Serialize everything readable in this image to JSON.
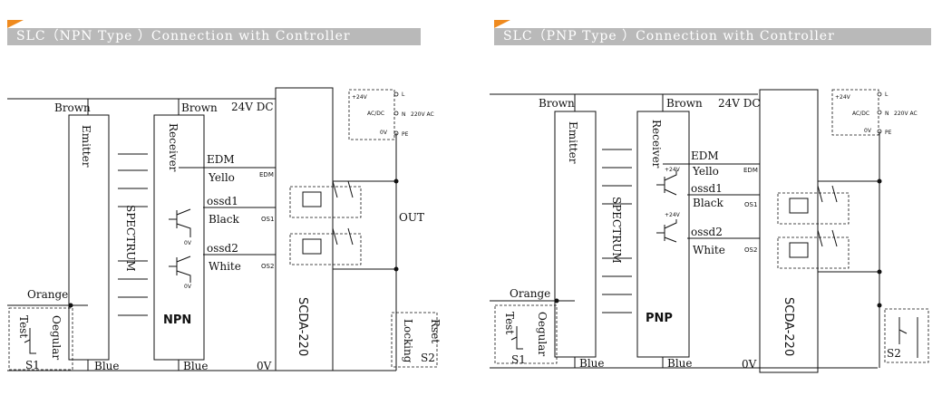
{
  "left": {
    "title": "SLC（NPN Type ）Connection with Controller",
    "brown1": "Brown",
    "brown2": "Brown",
    "vdc": "24V DC",
    "emitter": "Emitter",
    "receiver": "Receiver",
    "spectrum": "SPECTRUM",
    "edm": "EDM",
    "yello": "Yello",
    "ossd1": "ossd1",
    "black": "Black",
    "ossd2": "ossd2",
    "white": "White",
    "edm_term": "EDM",
    "os1": "OS1",
    "os2": "OS2",
    "zero_v1": "0V",
    "zero_v2": "0V",
    "type": "NPN",
    "controller": "SCDA-220",
    "orange": "Orange",
    "test": "Test",
    "oegular": "Oegular",
    "s1": "S1",
    "blue1": "Blue",
    "blue2": "Blue",
    "ov": "0V",
    "out": "OUT",
    "p24": "+24V",
    "acdc": "AC/DC",
    "n": "N",
    "l": "L",
    "ac": "220V AC",
    "ov_small": "0V",
    "pe": "PE",
    "locking": "Locking",
    "rset": "Rset",
    "s2": "S2"
  },
  "right": {
    "title": "SLC（PNP Type ）Connection with Controller",
    "brown1": "Brown",
    "brown2": "Brown",
    "vdc": "24V DC",
    "emitter": "Emitter",
    "receiver": "Receiver",
    "spectrum": "SPECTRUM",
    "edm": "EDM",
    "yello": "Yello",
    "ossd1": "ossd1",
    "black": "Black",
    "ossd2": "ossd2",
    "white": "White",
    "edm_term": "EDM",
    "os1": "OS1",
    "os2": "OS2",
    "p24a": "+24V",
    "p24b": "+24V",
    "type": "PNP",
    "controller": "SCDA-220",
    "orange": "Orange",
    "test": "Test",
    "oegular": "Oegular",
    "s1": "S1",
    "blue1": "Blue",
    "blue2": "Blue",
    "ov": "0V",
    "p24": "+24V",
    "acdc": "AC/DC",
    "n": "N",
    "l": "L",
    "ac": "220V AC",
    "ov_small": "0V",
    "pe": "PE",
    "s2": "S2"
  },
  "colors": {
    "banner": "#b9b9b9",
    "accent": "#ef8a1e",
    "line": "#111111"
  }
}
